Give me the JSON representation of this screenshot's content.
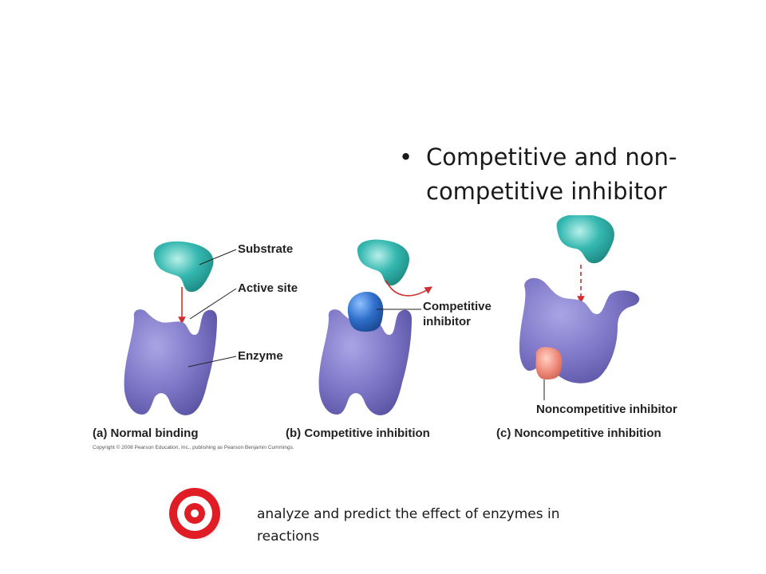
{
  "slide": {
    "bullet": "Competitive and non-competitive inhibitor",
    "objective": "analyze and predict the effect of enzymes in reactions"
  },
  "figure": {
    "labels": {
      "substrate": "Substrate",
      "active_site": "Active site",
      "enzyme": "Enzyme",
      "competitive_inhibitor_1": "Competitive",
      "competitive_inhibitor_2": "inhibitor",
      "noncompetitive_inhibitor": "Noncompetitive inhibitor"
    },
    "captions": {
      "a": "(a) Normal binding",
      "b": "(b) Competitive inhibition",
      "c": "(c) Noncompetitive inhibition"
    },
    "copyright": "Copyright © 2008 Pearson Education, Inc., publishing as Pearson Benjamin Cummings."
  },
  "colors": {
    "enzyme": "#7b74c4",
    "substrate": "#35b8b0",
    "competitive_inhibitor": "#2f6fcb",
    "noncompetitive_inhibitor": "#f08c7c",
    "arrow": "#d03030",
    "target": "#e01c24"
  },
  "icons": {
    "objective": "target-icon"
  }
}
